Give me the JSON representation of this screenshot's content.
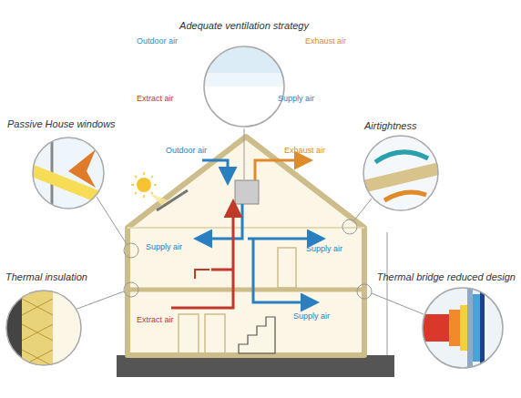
{
  "diagram": {
    "nodes": [
      {
        "text": [
          "Adequate ventilation strategy"
        ]
      },
      {
        "text": [
          "Passive House windows"
        ]
      },
      {
        "text": [
          "Airtightness"
        ]
      },
      {
        "text": [
          "Thermal insulation"
        ]
      },
      {
        "text": [
          "Thermal bridge reduced design"
        ]
      }
    ],
    "labels": [
      "Outdoor air",
      "Exhaust air",
      "Extract air",
      "Supply air",
      "Outdoor air",
      "Exhaust air",
      "Supply air",
      "Supply air",
      "Extract air",
      "Supply air"
    ]
  }
}
